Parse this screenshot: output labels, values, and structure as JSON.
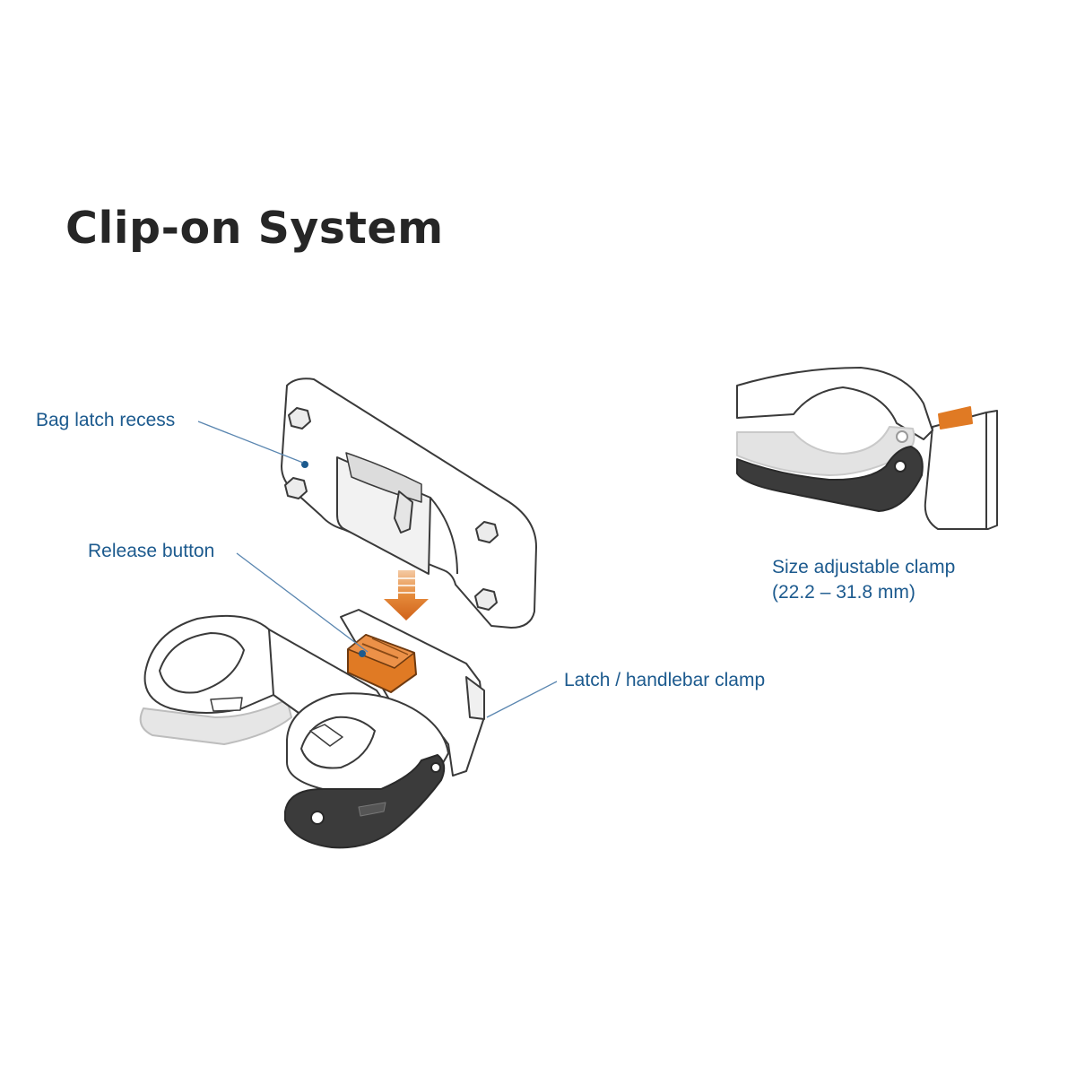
{
  "title": "Clip-on System",
  "labels": {
    "bag_latch_recess": "Bag latch recess",
    "release_button": "Release button",
    "latch_handlebar_clamp": "Latch / handlebar clamp",
    "size_adjustable_clamp": "Size adjustable clamp",
    "clamp_range": "(22.2 – 31.8 mm)"
  },
  "colors": {
    "title": "#262626",
    "label": "#1c5a8e",
    "accent_orange": "#e07a24",
    "outline": "#3a3a3a",
    "dark_part": "#3b3b3b",
    "light_part": "#e6e6e6"
  },
  "icons": {
    "arrow": "down-arrow-icon"
  }
}
